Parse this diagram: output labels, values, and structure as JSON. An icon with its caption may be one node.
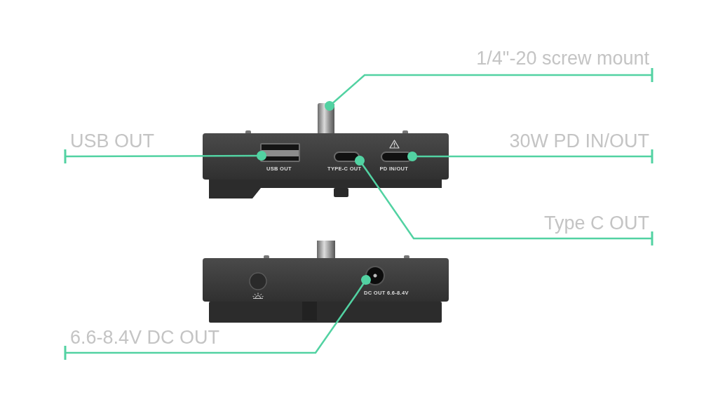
{
  "diagram": {
    "nodes": [
      {
        "text": [
          "1/4\"-20 screw mount"
        ]
      },
      {
        "text": [],
        "shape": "cylinder"
      },
      {
        "text": [
          "USB OUT"
        ]
      },
      {
        "text": [
          "30W PD IN/OUT"
        ]
      },
      {
        "text": [],
        "shape": "box",
        "beside": [
          "USB OUT"
        ]
      },
      {
        "text": [],
        "shape": "box",
        "beside": [
          "TYPE-C OUT"
        ]
      },
      {
        "text": [],
        "shape": "box",
        "beside": [
          "PD IN/OUT"
        ]
      },
      {
        "text": [
          "Type C OUT"
        ]
      },
      {
        "text": [],
        "shape": "circle",
        "beside": [
          "DC OUT 6.6-8.4V"
        ]
      },
      {
        "text": [
          "6.6-8.4V DC OUT"
        ]
      }
    ],
    "edges": [
      {
        "from": 0,
        "to": 1,
        "arrow": "other"
      },
      {
        "from": 2,
        "to": 4,
        "arrow": "other"
      },
      {
        "from": 3,
        "to": 6,
        "arrow": "other"
      },
      {
        "from": 7,
        "to": 5,
        "arrow": "other"
      },
      {
        "from": 9,
        "to": 8,
        "arrow": "other"
      }
    ]
  }
}
